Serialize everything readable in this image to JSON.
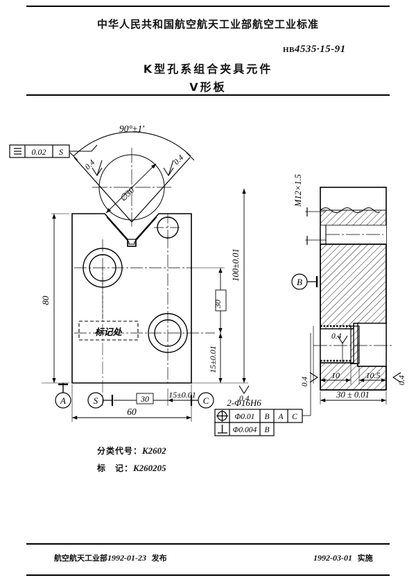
{
  "header": {
    "org_title": "中华人民共和国航空航天工业部航空工业标准",
    "standard_prefix": "HB",
    "standard_number": "4535·15-91",
    "doc_title_line1": "K型孔系组合夹具元件",
    "doc_title_line2": "V形板"
  },
  "footer": {
    "issuer": "航空航天工业部",
    "issue_date": "1992-01-23",
    "issue_label": "发布",
    "effective_date": "1992-03-01",
    "effective_label": "实施"
  },
  "notes": {
    "classification_label": "分类代号：",
    "classification_value": "K2602",
    "marking_label": "标　记：",
    "marking_value": "K260205"
  },
  "front_view": {
    "vee_angle": "90°±1'",
    "vee_circle_dia": "∅30",
    "height_left": "80",
    "height_right": "100±0.01",
    "width_bottom": "60",
    "dim_30_vert": "30",
    "dim_15_vert": "15±0.01",
    "dim_30_horz": "30",
    "dim_15_horz": "15±0.01",
    "marking_box_text": "标记处",
    "datum_a": "A",
    "datum_c": "C",
    "datum_s": "S",
    "roughness_vee_left": "0.4",
    "roughness_vee_right": "0.4",
    "roughness_bottom": "0.4",
    "roughness_right": "0.4",
    "symmetry_symbol": "≡",
    "symmetry_value": "0.02",
    "symmetry_datum": "S"
  },
  "hole_callout": {
    "title": "2-Φ16H6",
    "row1": {
      "symbol": "position",
      "value": "Φ0.01",
      "datums": [
        "B",
        "A",
        "C"
      ]
    },
    "row2": {
      "symbol": "perpendicularity",
      "value": "Φ0.004",
      "datums": [
        "B"
      ]
    }
  },
  "section_view": {
    "thread": "M12×1.5",
    "datum_b": "B",
    "dim_10": "10",
    "dim_10_5": "10.5",
    "dim_total": "30 ± 0.01",
    "roughness_left": "0.4",
    "roughness_mid": "0.4",
    "roughness_right": "0.4"
  },
  "colors": {
    "ink": "#000000",
    "paper": "#ffffff"
  }
}
